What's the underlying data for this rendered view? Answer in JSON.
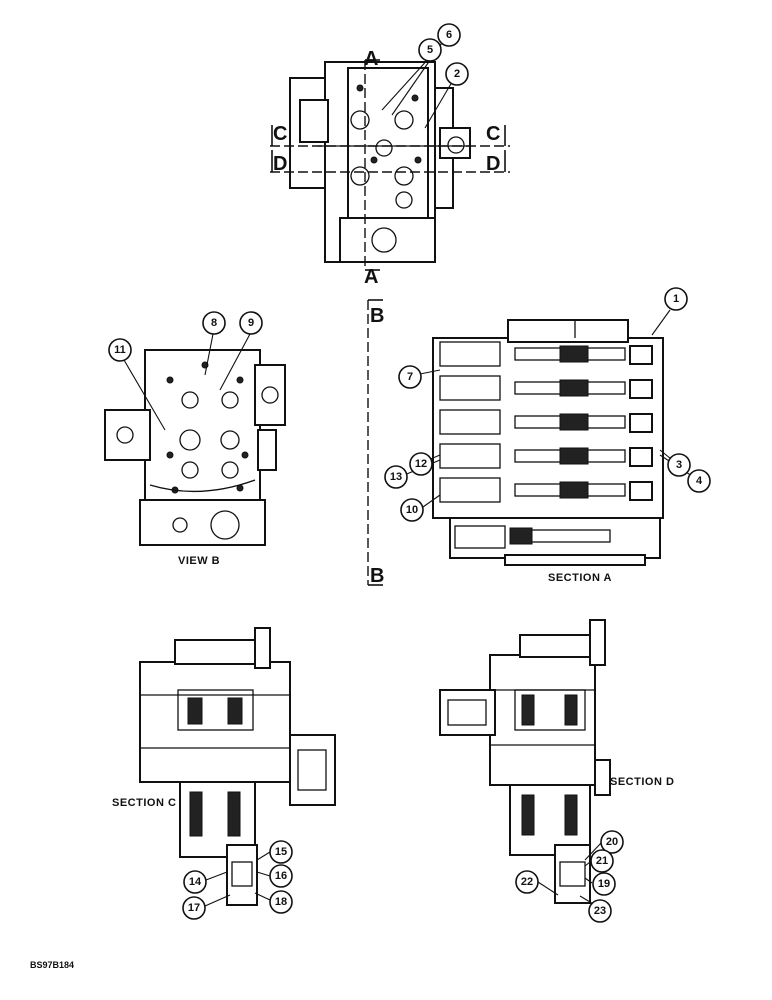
{
  "section_markers": {
    "a": "A",
    "b": "B",
    "c": "C",
    "d": "D"
  },
  "captions": {
    "view_b": "VIEW B",
    "section_a": "SECTION A",
    "section_c": "SECTION C",
    "section_d": "SECTION D"
  },
  "callouts": [
    "1",
    "2",
    "3",
    "4",
    "5",
    "6",
    "7",
    "8",
    "9",
    "10",
    "11",
    "12",
    "13",
    "14",
    "15",
    "16",
    "17",
    "18",
    "19",
    "20",
    "21",
    "22",
    "23"
  ],
  "figure_id": "BS97B184"
}
